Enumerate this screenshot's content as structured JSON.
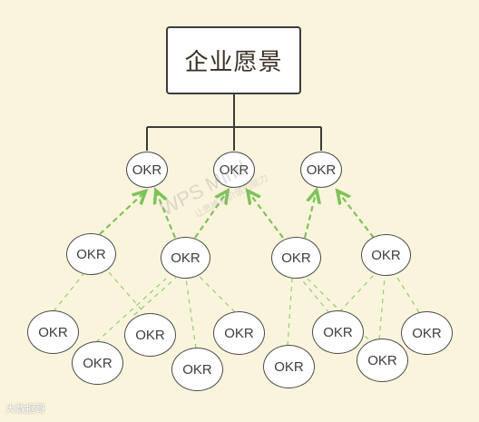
{
  "root": {
    "label": "企业愿景"
  },
  "node_label": "OKR",
  "watermark": {
    "main": "WPS Mind",
    "sub": "让思维有价值的能力"
  },
  "brand": "大数据哥",
  "colors": {
    "background": "#fbf4dc",
    "solid_line": "#3c3c3c",
    "dashed_line": "#7dc35b",
    "node_border": "#4a4a4a"
  }
}
